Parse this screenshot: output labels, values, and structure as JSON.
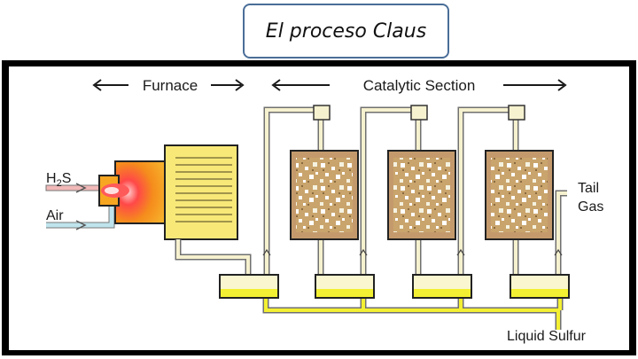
{
  "title": "El proceso Claus",
  "labels": {
    "furnace": "Furnace",
    "catalytic_section": "Catalytic Section",
    "h2s_main": "H",
    "h2s_sub": "2",
    "h2s_tail": "S",
    "air": "Air",
    "tail": "Tail",
    "gas": "Gas",
    "liquid_sulfur": "Liquid Sulfur"
  },
  "colors": {
    "pipe_fill": "#f6f1cf",
    "pipe_stroke": "#707070",
    "sulfur_liquid": "#f3f033",
    "sulfur_tank": "#f9f6d0",
    "catalyst_bed": "#c9a46c",
    "reactor_cap": "#c49a6c",
    "furnace_box": "#f8e878",
    "flame_orange": "#f58c1c",
    "flame_core": "#ff4848",
    "air_line": "#bfe4ee",
    "h2s_line": "#f2b8b8"
  },
  "icons": [
    "left-arrow-icon",
    "right-arrow-icon",
    "flame-icon",
    "catalyst-pellets-icon"
  ]
}
